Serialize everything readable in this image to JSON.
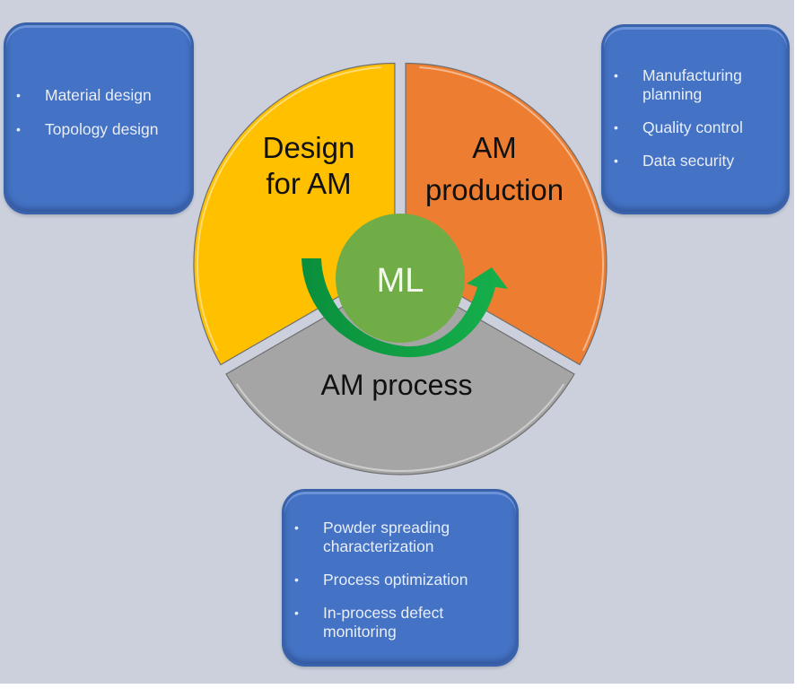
{
  "diagram": {
    "center": {
      "label": "ML",
      "color": "#70ad47"
    },
    "segments": [
      {
        "id": "design",
        "label_lines": [
          "Design",
          "for AM"
        ],
        "color": "#ffc000"
      },
      {
        "id": "production",
        "label_lines": [
          "AM",
          "production"
        ],
        "color": "#ed7d31"
      },
      {
        "id": "process",
        "label_lines": [
          "AM process"
        ],
        "color": "#a5a5a5"
      }
    ],
    "arrow_color": "#00b050"
  },
  "boxes": {
    "design": {
      "color": "#4472c4",
      "items": [
        "Material design",
        "Topology design"
      ]
    },
    "production": {
      "color": "#4472c4",
      "items": [
        "Manufacturing planning",
        "Quality control",
        "Data security"
      ]
    },
    "process": {
      "color": "#4472c4",
      "items": [
        "Powder spreading characterization",
        "Process optimization",
        "In-process defect monitoring"
      ]
    }
  },
  "bullet_glyph": "•"
}
